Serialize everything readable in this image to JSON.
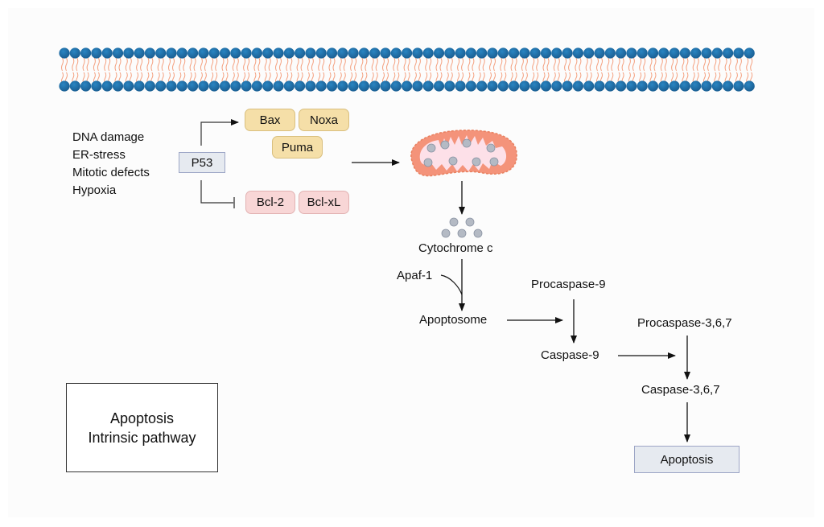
{
  "title": {
    "line1": "Apoptosis",
    "line2": "Intrinsic pathway"
  },
  "stimuli": [
    "DNA damage",
    "ER-stress",
    "Mitotic defects",
    "Hypoxia"
  ],
  "regulator": "P53",
  "pro_apoptotic": [
    "Bax",
    "Noxa",
    "Puma"
  ],
  "anti_apoptotic": [
    "Bcl-2",
    "Bcl-xL"
  ],
  "nodes": {
    "cytochrome": "Cytochrome c",
    "apaf": "Apaf-1",
    "apoptosome": "Apoptosome",
    "procaspase9": "Procaspase-9",
    "caspase9": "Caspase-9",
    "procaspase367": "Procaspase-3,6,7",
    "caspase367": "Caspase-3,6,7",
    "apoptosis": "Apoptosis"
  },
  "colors": {
    "membrane_head": "#1f6fa8",
    "membrane_tail": "#f4a07f",
    "mito_outer": "#f4937a",
    "mito_inner": "#fde0e8",
    "granule": "#b4bac4",
    "pro_apoptotic_fill": "#f5dfa8",
    "anti_apoptotic_fill": "#f8d6d6",
    "box_fill": "#e6eaf0"
  }
}
